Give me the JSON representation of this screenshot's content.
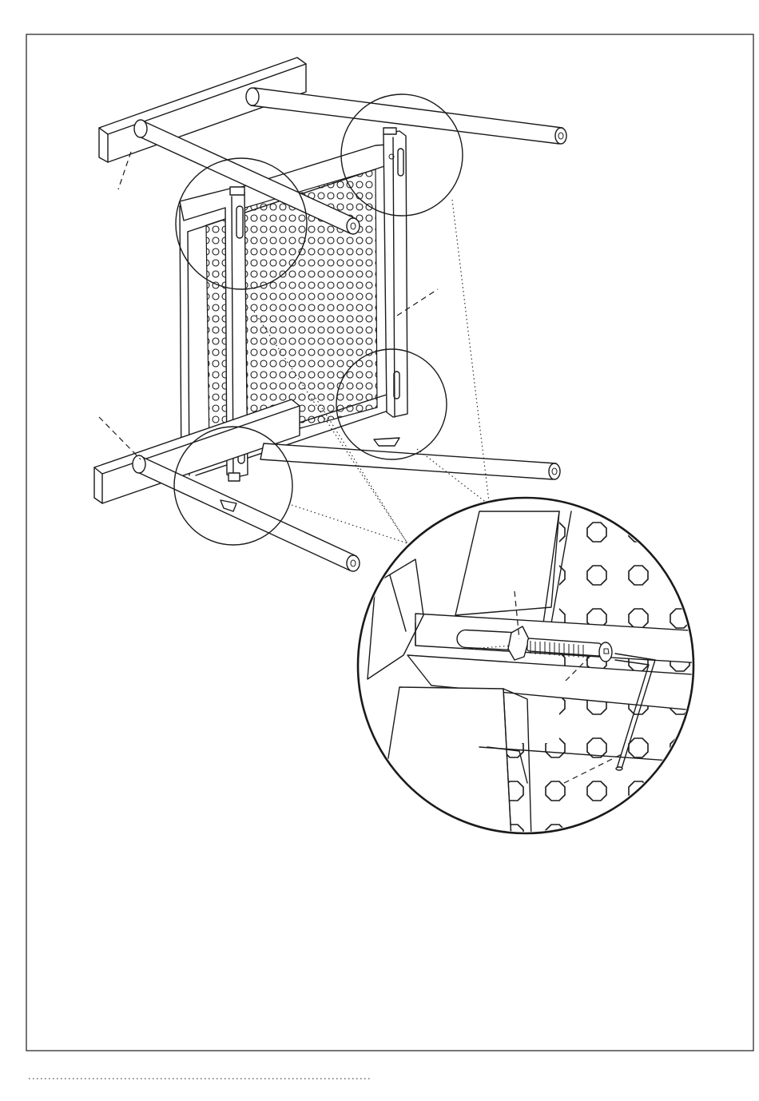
{
  "figure": {
    "kind": "assembly-instruction-illustration",
    "text_labels": [],
    "colors": {
      "line": "#1a1a1a",
      "background": "#ffffff"
    },
    "parts": [
      "upper-wooden-slat",
      "lower-wooden-slat",
      "tubular-crossbar",
      "upright-post",
      "perforated-panel",
      "allen-key",
      "bolt",
      "barrel-nut"
    ],
    "detail_circles": 4,
    "detail_inset": "bolt-and-allen-key-closeup"
  },
  "footer": {
    "rule_style": "dotted"
  }
}
